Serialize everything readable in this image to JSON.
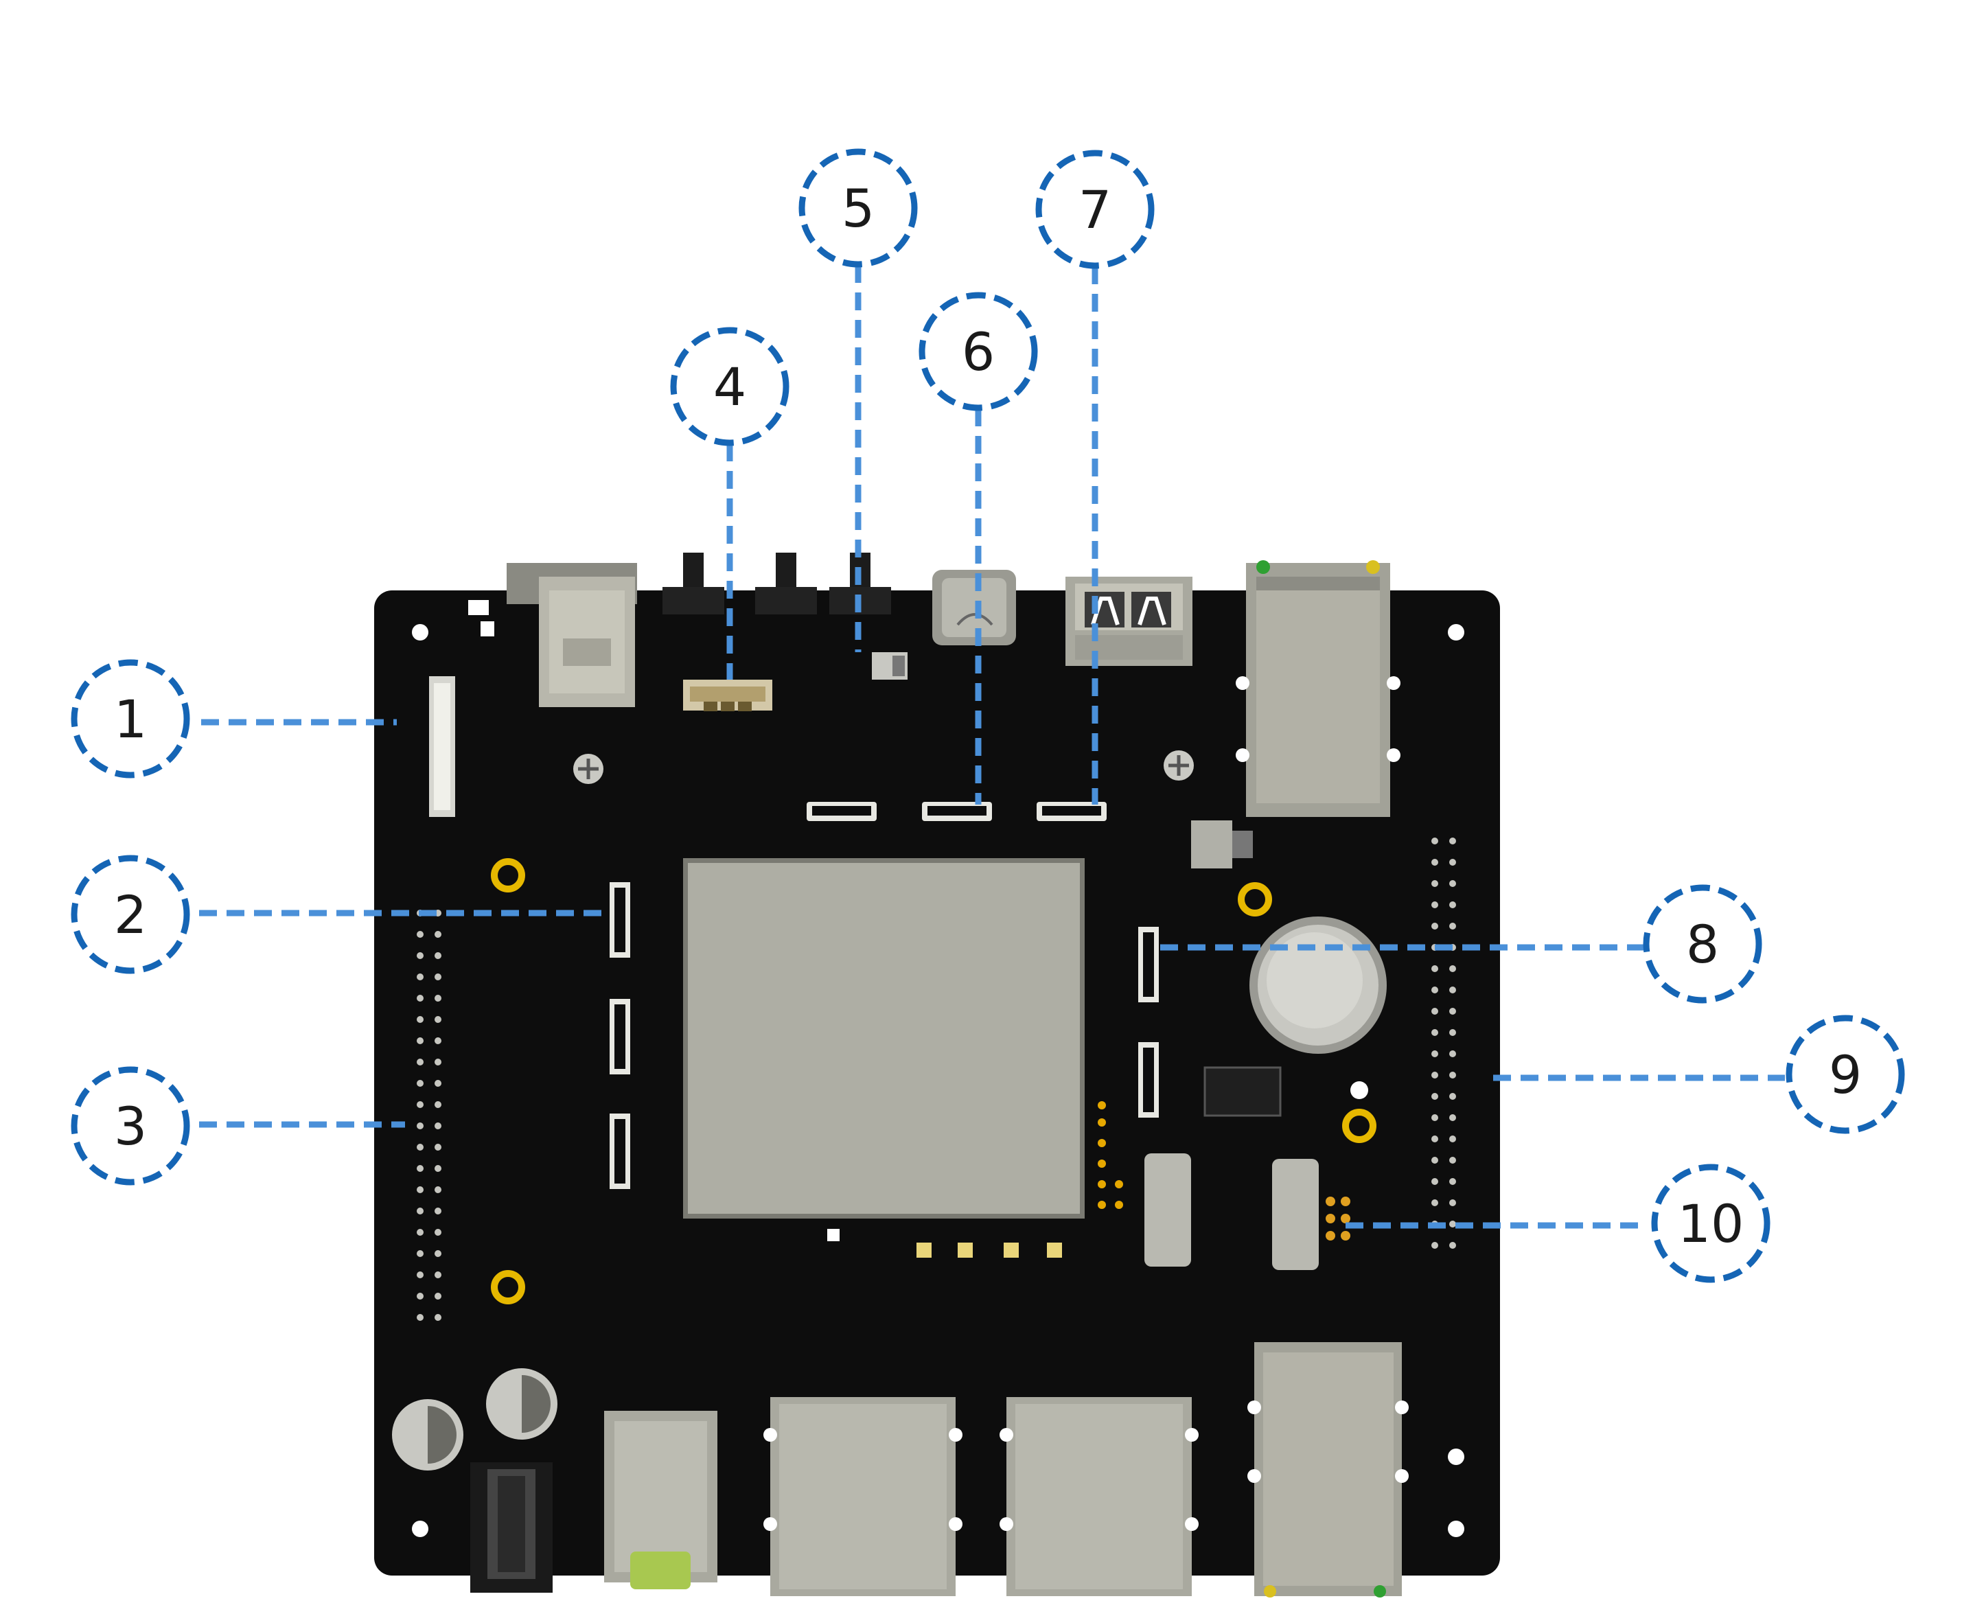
{
  "colors": {
    "background": "#ffffff",
    "board": "#0d0d0d",
    "callout_circle": "#1565b5",
    "leader_line": "#4a90d9",
    "metal": "#b4b4aa",
    "metal_dark": "#8c8c84",
    "gold": "#e6b800",
    "chip": "#aeaea4"
  },
  "callouts": [
    {
      "id": 1,
      "label": "1",
      "target": "mipi-display-connector"
    },
    {
      "id": 2,
      "label": "2",
      "target": "fpc-connector-left-1"
    },
    {
      "id": 3,
      "label": "3",
      "target": "gpio-header-left"
    },
    {
      "id": 4,
      "label": "4",
      "target": "small-wire-connector"
    },
    {
      "id": 5,
      "label": "5",
      "target": "button-switch"
    },
    {
      "id": 6,
      "label": "6",
      "target": "fpc-connector-top-2"
    },
    {
      "id": 7,
      "label": "7",
      "target": "fpc-connector-top-3"
    },
    {
      "id": 8,
      "label": "8",
      "target": "fpc-connector-right-1"
    },
    {
      "id": 9,
      "label": "9",
      "target": "gpio-header-right"
    },
    {
      "id": 10,
      "label": "10",
      "target": "pad-cluster"
    }
  ]
}
